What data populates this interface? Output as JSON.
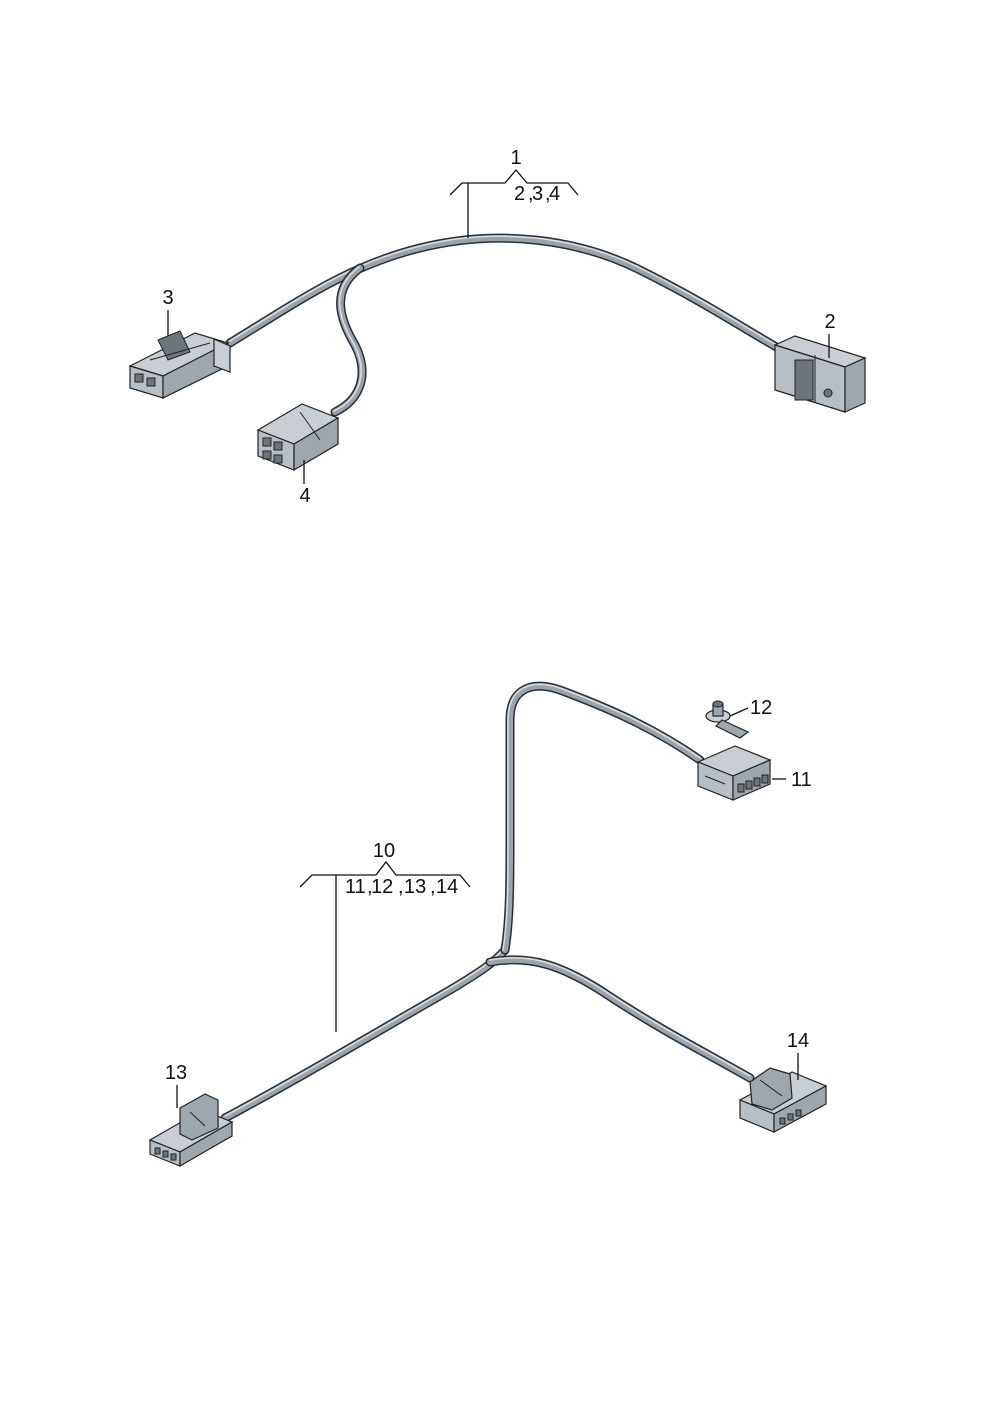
{
  "callouts": {
    "group_top": "1",
    "group_top_items": [
      "2",
      "3",
      "4"
    ],
    "part_2": "2",
    "part_3": "3",
    "part_4": "4",
    "group_bottom": "10",
    "group_bottom_items": [
      "11",
      "12",
      "13",
      "14"
    ],
    "part_11": "11",
    "part_12": "12",
    "part_13": "13",
    "part_14": "14"
  },
  "colors": {
    "cable": "#9aa3ab",
    "connector": "#b7bec5",
    "outline": "#222222"
  }
}
